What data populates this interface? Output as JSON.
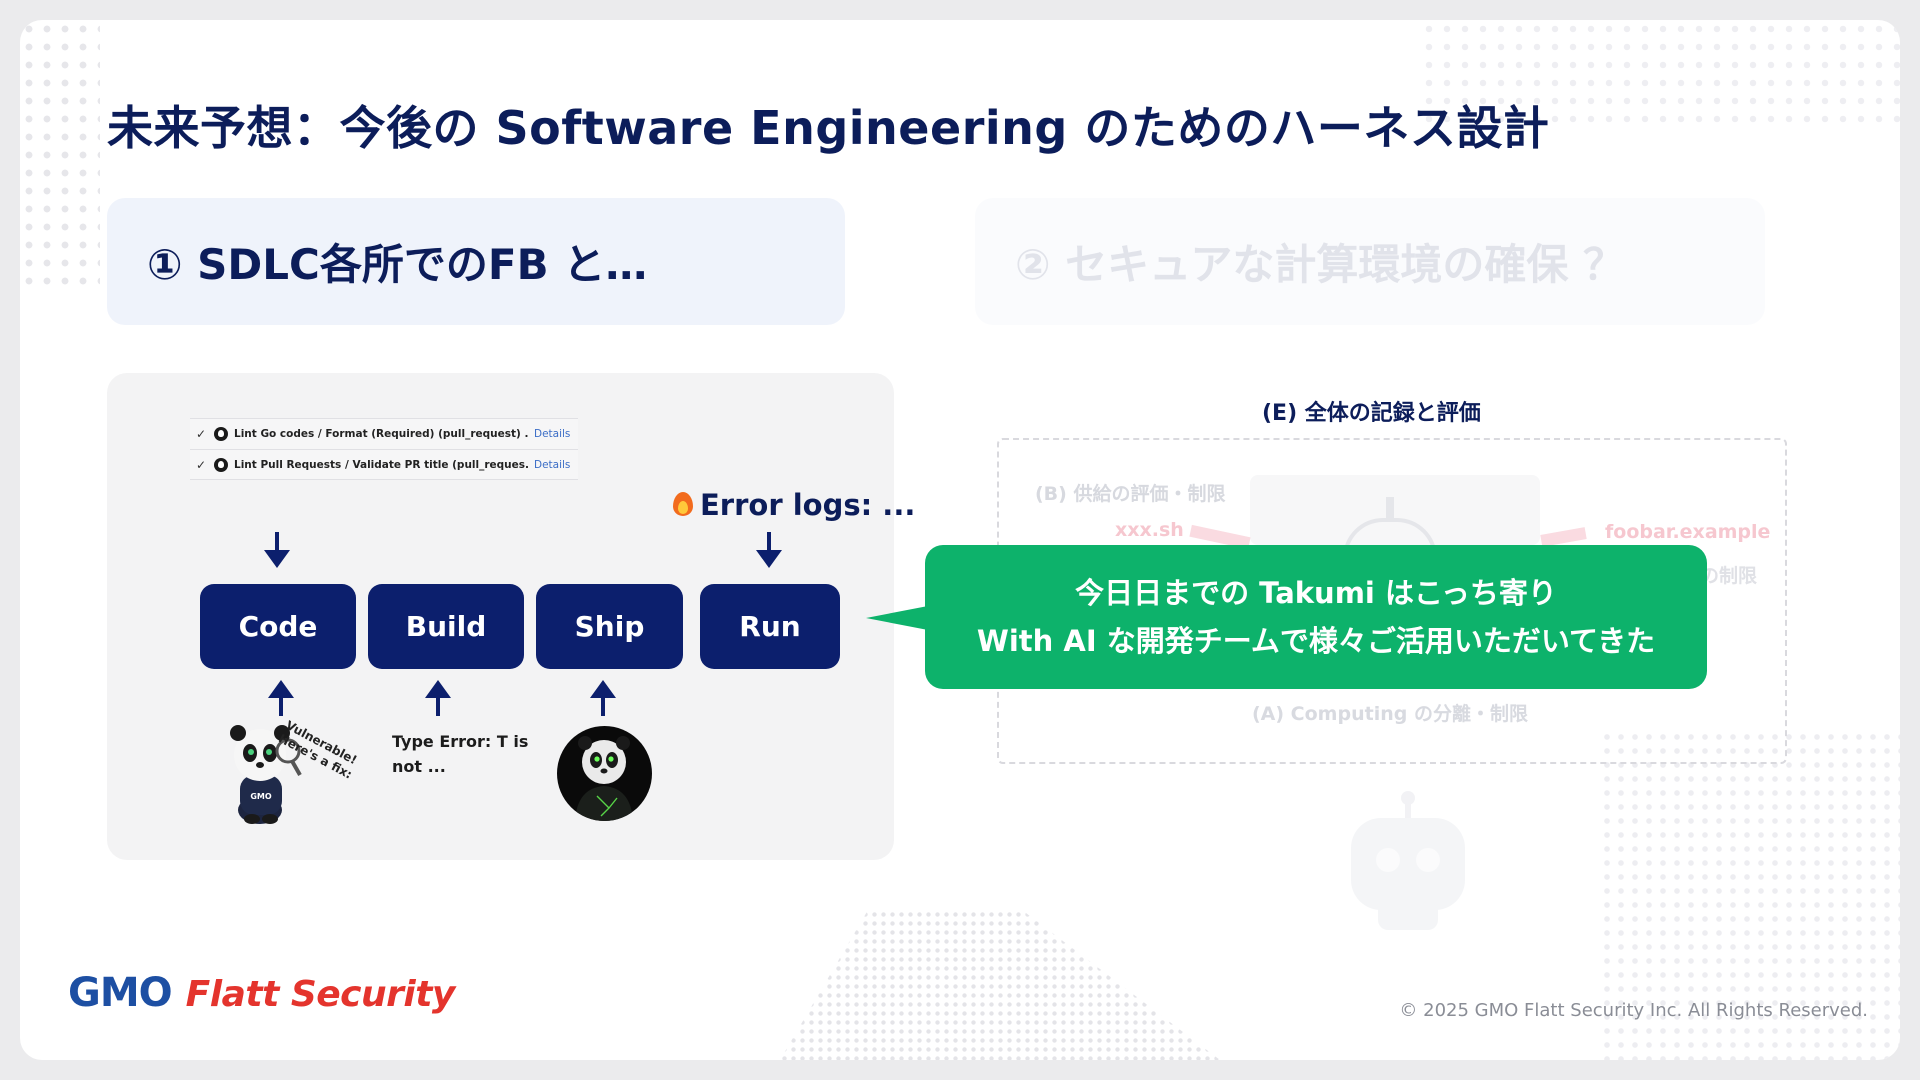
{
  "slide": {
    "title": "未来予想：今後の Software Engineering のためのハーネス設計",
    "card_1": "① SDLC各所でのFB と…",
    "card_2": "② セキュアな計算環境の確保 ？"
  },
  "ci_checks": [
    {
      "label": "Lint Go codes / Format (Required) (pull_request) ...",
      "link": "Details"
    },
    {
      "label": "Lint Pull Requests / Validate PR title (pull_reques...",
      "link": "Details"
    }
  ],
  "stages": [
    "Code",
    "Build",
    "Ship",
    "Run"
  ],
  "error_logs": "Error logs: ...",
  "type_error": "Type Error: T is not ...",
  "vulnerable_note": [
    "Vulnerable!",
    "Here's a fix:"
  ],
  "panda_shirt_text": "GMO",
  "right_panel": {
    "title": "(E) 全体の記録と評価",
    "b_label": "(B) 供給の評価・制限",
    "xxx": "xxx.sh",
    "foobar": "foobar.example",
    "c_label": "の制限",
    "a_label": "(A) Computing の分離・制限"
  },
  "callout": {
    "line1": "今日日までの Takumi はこっち寄り",
    "line2": "With AI な開発チームで様々ご活用いただいてきた"
  },
  "footer": {
    "logo_gmo": "GMO",
    "logo_flatt": "Flatt Security",
    "copyright": "© 2025 GMO Flatt Security Inc. All Rights Reserved."
  },
  "colors": {
    "navy": "#0c1f6d",
    "green": "#0db26b",
    "brand_blue": "#1d4fa3",
    "brand_red": "#e4342d"
  }
}
